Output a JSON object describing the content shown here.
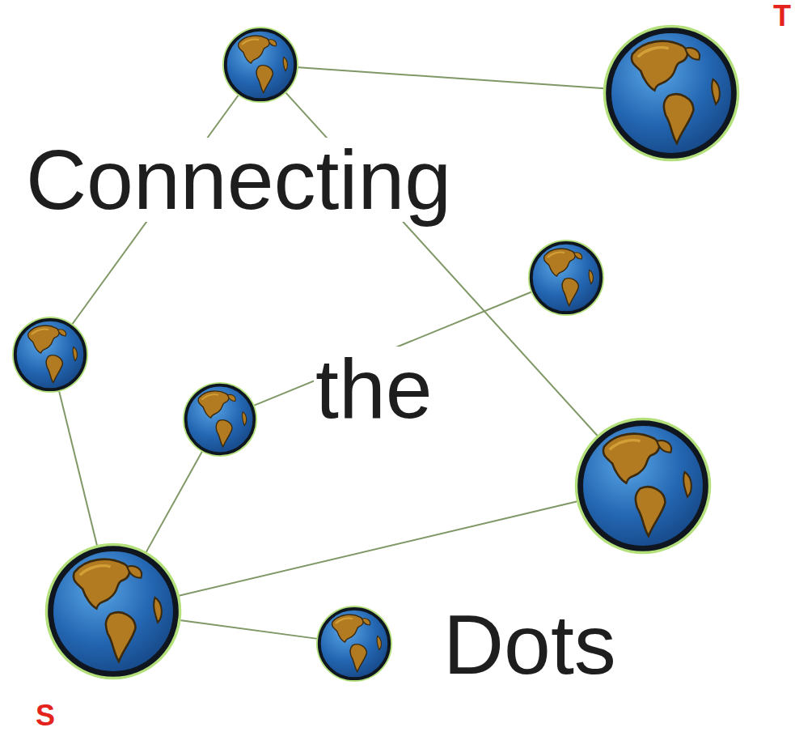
{
  "diagram": {
    "nodes": [
      {
        "text": []
      },
      {
        "text": [
          "T"
        ]
      },
      {
        "text": []
      },
      {
        "text": []
      },
      {
        "text": []
      },
      {
        "text": []
      },
      {
        "text": [
          "S"
        ]
      },
      {
        "text": []
      }
    ],
    "edges": [
      {
        "from": 0,
        "to": 1,
        "arrow": "none"
      },
      {
        "from": 0,
        "to": 3,
        "arrow": "none"
      },
      {
        "from": 0,
        "to": 5,
        "arrow": "none"
      },
      {
        "from": 2,
        "to": 4,
        "arrow": "none"
      },
      {
        "from": 3,
        "to": 6,
        "arrow": "none"
      },
      {
        "from": 4,
        "to": 6,
        "arrow": "none"
      },
      {
        "from": 6,
        "to": 5,
        "arrow": "none"
      },
      {
        "from": 6,
        "to": 7,
        "arrow": "none"
      }
    ],
    "labels": [
      "Connecting",
      "the",
      "Dots"
    ]
  }
}
